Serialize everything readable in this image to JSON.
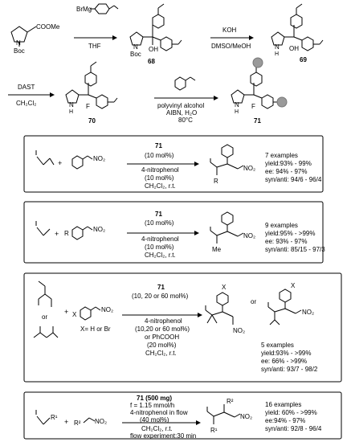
{
  "scheme1": {
    "reagent_grignard": "BrMg",
    "cond_thf": "THF",
    "label_68": "68",
    "cond_koh": "KOH",
    "cond_dmso": "DMSO/MeOH",
    "label_69": "69",
    "cond_dast": "DAST",
    "cond_ch2cl2": "CH₂Cl₂",
    "label_70": "70",
    "cond_pva": "polyvinyl alcohol",
    "cond_aibn": "AIBN, H₂O",
    "cond_temp": "80°C",
    "label_71": "71",
    "sm_ester": "COOMe",
    "boc": "Boc",
    "oh": "OH",
    "f": "F",
    "nh": "N",
    "h": "H"
  },
  "box1": {
    "cat": "71",
    "cat_amt": "(10 mol%)",
    "additive": "4-nitrophenol",
    "add_amt": "(10 mol%)",
    "solvent": "CH₂Cl₂, r.t.",
    "r": "R",
    "no2": "NO₂",
    "examples": "7 examples",
    "yield": "yield:93% - 99%",
    "ee": "ee: 94% - 97%",
    "synanti": "syn/anti: 94/6 - 96/4"
  },
  "box2": {
    "cat": "71",
    "cat_amt": "(10 mol%)",
    "additive": "4-nitrophenol",
    "add_amt": "(10 mol%)",
    "solvent": "CH₂Cl₂, r.t.",
    "r": "R",
    "me": "Me",
    "no2": "NO₂",
    "examples": "9 examples",
    "yield": "yield:95% - >99%",
    "ee": "ee: 93% - 97%",
    "synanti": "syn/anti: 85/15 - 97/3"
  },
  "box3": {
    "cat": "71",
    "cat_amt": "(10, 20 or 60 mol%)",
    "additive": "4-nitrophenol",
    "add_amt": "(10,20 or 60 mol%)",
    "or_acid": "or PhCOOH",
    "acid_amt": "(20 mol%)",
    "solvent": "CH₂Cl₂, r.t.",
    "or1": "or",
    "or2": "or",
    "x": "X",
    "xdef": "X= H or Br",
    "no2": "NO₂",
    "examples": "5 examples",
    "yield": "yield:93% - >99%",
    "ee": "ee: 66% - >99%",
    "synanti": "syn/anti: 93/7 - 98/2"
  },
  "box4": {
    "cat": "71 (500 mg)",
    "flow_rate": "f = 1.15 mmol/h",
    "additive": "4-nitrophenol  in flow",
    "add_amt": "(40 mol%)",
    "solvent": "CH₂Cl₂, r.t.",
    "flow_time": "flow experiment:30 min",
    "r1": "R¹",
    "r2": "R²",
    "no2": "NO₂",
    "examples": "16 examples",
    "yield": "yield: 60% - >99%",
    "ee": "ee:94% - 97%",
    "synanti": "syn/anti: 92/8 - 96/4"
  }
}
